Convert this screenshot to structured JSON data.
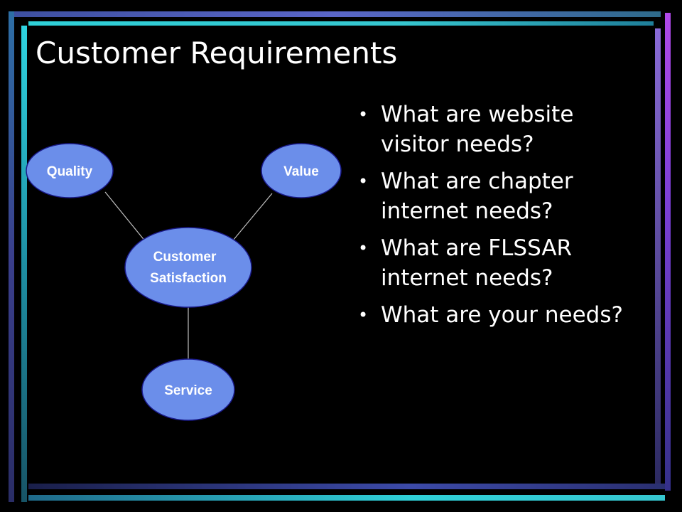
{
  "title": "Customer Requirements",
  "bullets": [
    "What are website visitor needs?",
    "What are chapter internet needs?",
    "What are FLSSAR internet needs?",
    "What are your needs?"
  ],
  "diagram": {
    "nodes": {
      "quality": "Quality",
      "value": "Value",
      "customer_line1": "Customer",
      "customer_line2": "Satisfaction",
      "service": "Service"
    },
    "node_color": "#6b8eea"
  },
  "colors": {
    "background": "#000000",
    "text": "#ffffff",
    "accent_cyan": "#2fd0d8",
    "accent_purple": "#9a4fe0"
  }
}
